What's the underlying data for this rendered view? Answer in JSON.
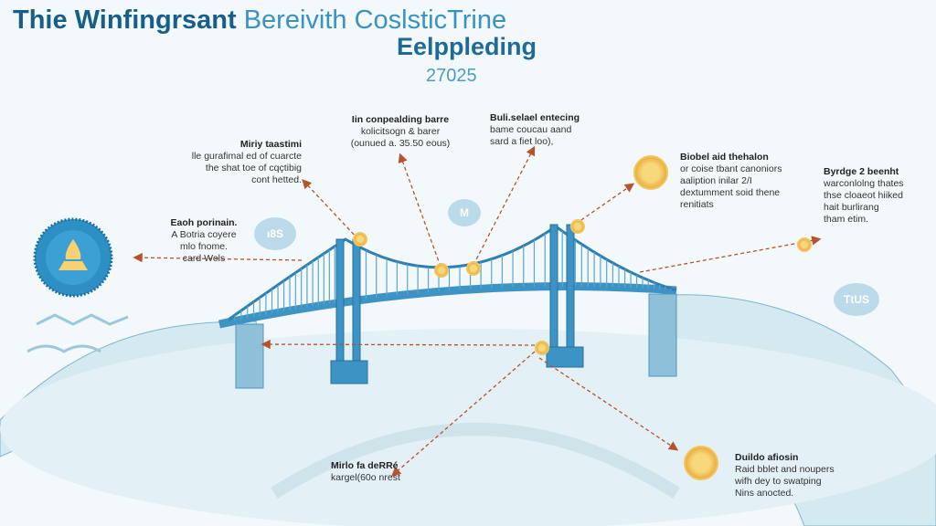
{
  "header": {
    "title_bold": "Thie Winfingrsant",
    "title_light": "Bereivith CoslsticTrine",
    "subtitle": "Eelppleding",
    "year": "27025"
  },
  "notes": [
    {
      "heading": "Miriy taastimi",
      "lines": [
        "lle gurafimal ed of cuarcte",
        "the shat toe of cqçtibig",
        "cont hetted."
      ]
    },
    {
      "heading": "Iin conpealding barre",
      "lines": [
        "kolicitsogn & barer",
        "(ounued a. 35.50 eous)"
      ]
    },
    {
      "heading": "Buli.selael entecing",
      "lines": [
        "bame coucau aand",
        "sard a fiet loo),"
      ]
    },
    {
      "heading": "Biobel aid thehalon",
      "lines": [
        "or coise tbant canoniors",
        "aaliption inilar 2/I",
        "dextumment soid thene",
        "renitiats"
      ]
    },
    {
      "heading": "Byrdge 2 beenht",
      "lines": [
        "warconlolng thates",
        "thse cloaeot hiiked",
        "hait burlirang",
        "tham etim."
      ]
    },
    {
      "heading": "Eaoh porinain.",
      "lines": [
        "A Botria coyere",
        "mlo fnome.",
        "card Wels"
      ]
    },
    {
      "heading": "Mirlo fa deRRé",
      "lines": [
        "kargel(60o nrest"
      ]
    },
    {
      "heading": "Duildo afiosin",
      "lines": [
        "Raid bblet and noupers",
        "wifh dey to swatping",
        "Nins anocted."
      ]
    }
  ],
  "bubbles": [
    "ı8S",
    "M",
    "TtUS"
  ],
  "colors": {
    "accent": "#1a6f9c",
    "bridge": "#3d93c4",
    "arrow": "#b5532f",
    "gold": "#e9a83a"
  }
}
